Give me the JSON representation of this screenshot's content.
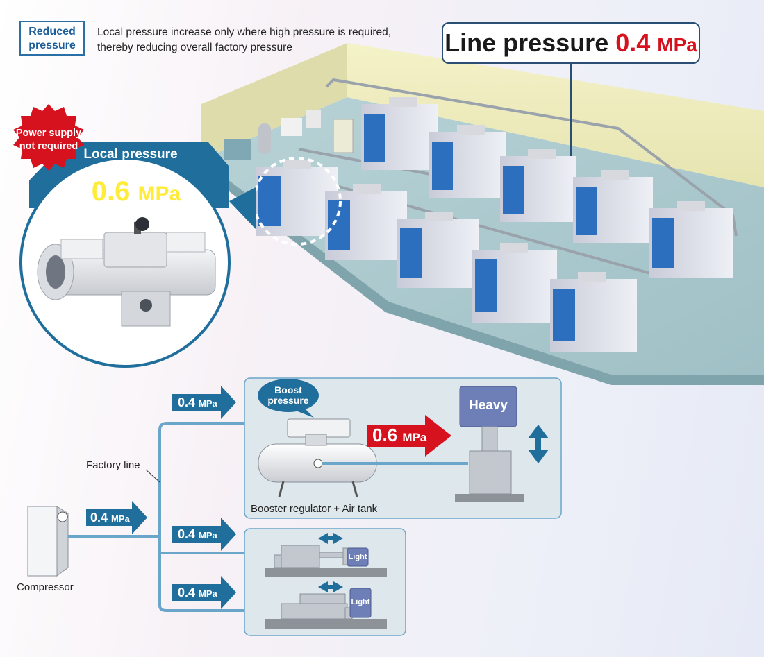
{
  "header": {
    "reduced_badge_line1": "Reduced",
    "reduced_badge_line2": "pressure",
    "reduced_desc_line1": "Local pressure increase only where high pressure is required,",
    "reduced_desc_line2": "thereby reducing overall factory pressure"
  },
  "line_pressure": {
    "label": "Line pressure ",
    "value": "0.4",
    "unit": "MPa"
  },
  "callout": {
    "badge_line1": "Power supply",
    "badge_line2": "not required",
    "title_line1": "Local pressure",
    "title_line2": "increase",
    "value": "0.6",
    "unit": "MPa"
  },
  "diagram": {
    "arrow_value": "0.4",
    "arrow_unit": "MPa",
    "boost_value": "0.6",
    "boost_unit": "MPa",
    "boost_label_line1": "Boost",
    "boost_label_line2": "pressure",
    "heavy_label": "Heavy",
    "light_label": "Light",
    "booster_caption": "Booster regulator + Air tank",
    "factory_line_label": "Factory line",
    "compressor_label": "Compressor"
  },
  "colors": {
    "brand_blue": "#1f6e9c",
    "accent_red": "#d6121f",
    "highlight_yellow": "#ffec3a",
    "panel_bg": "#dde7ec",
    "machine_blue": "#2c6fbf"
  }
}
